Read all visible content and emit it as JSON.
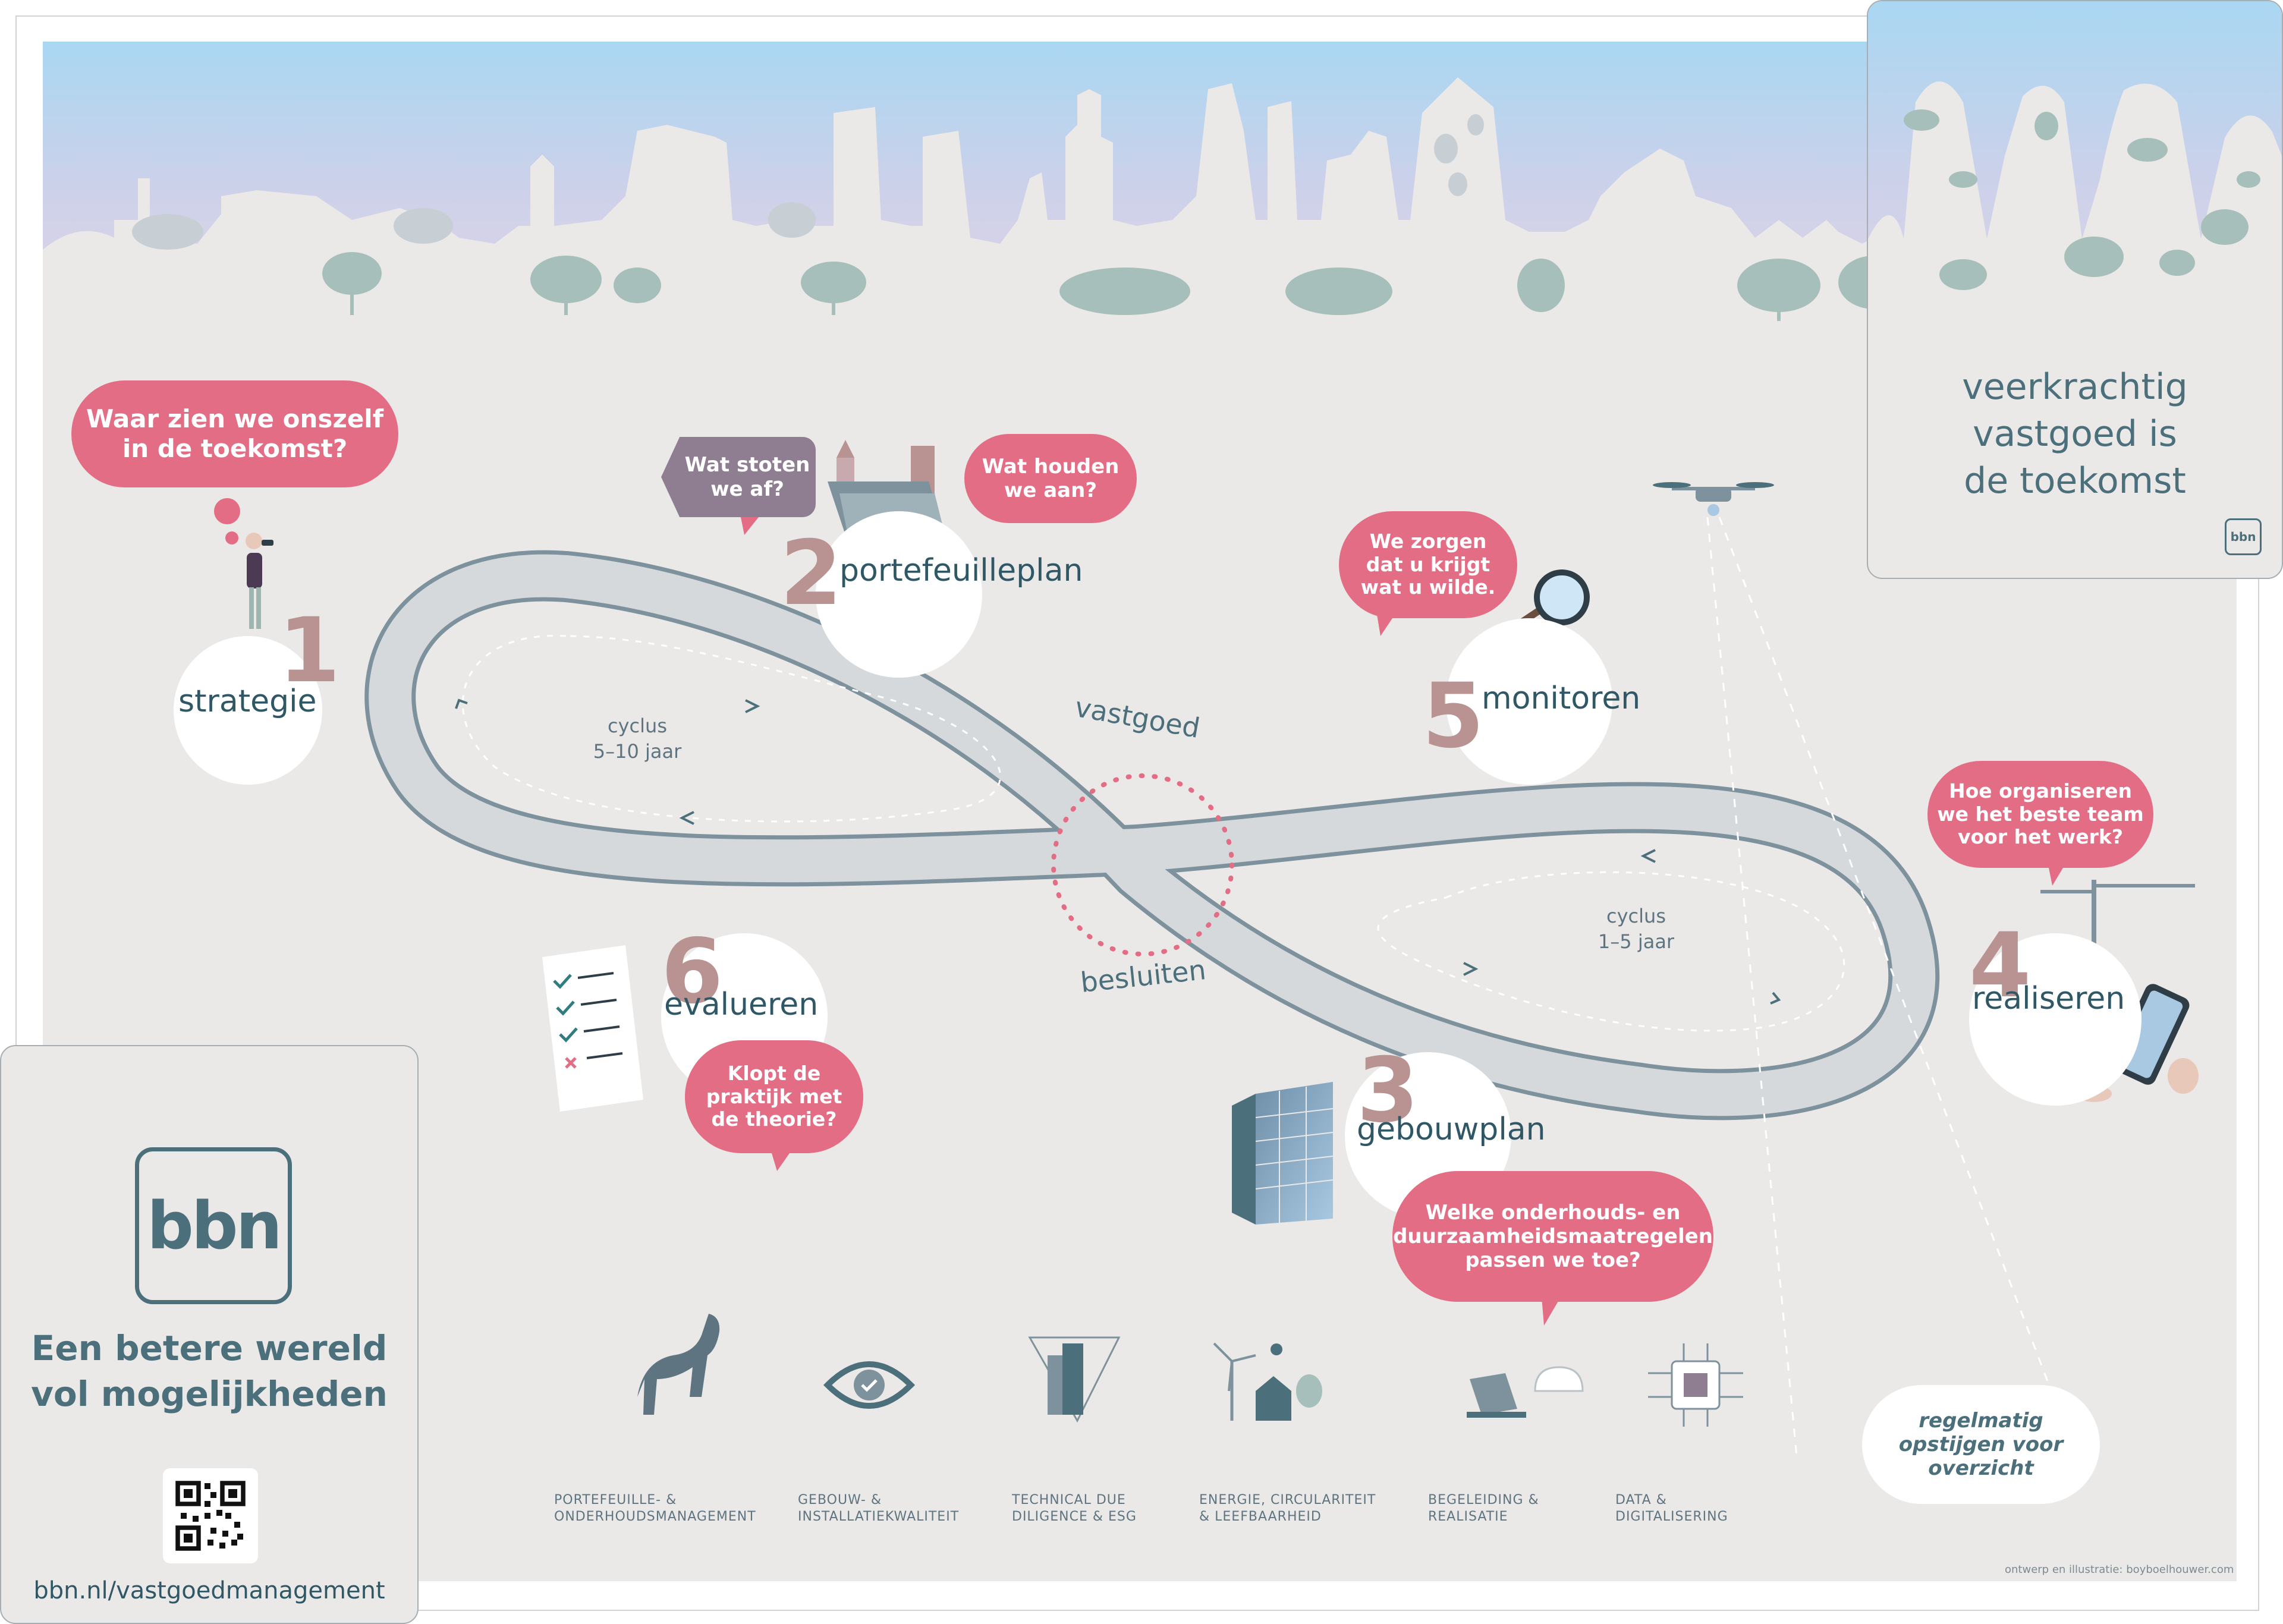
{
  "bubbles": {
    "strategy_question": "Waar zien we onszelf\nin de toekomst?",
    "divest_question": "Wat stoten\nwe af?",
    "keep_question": "Wat houden\nwe aan?",
    "monitor_statement": "We zorgen\ndat u krijgt\nwat u wilde.",
    "team_question": "Hoe organiseren\nwe het beste team\nvoor het werk?",
    "evaluate_question": "Klopt de\npraktijk met\nde theorie?",
    "measures_question": "Welke onderhouds- en\nduurzaamheidsmaatregelen\npassen we toe?",
    "drone_note": "regelmatig\nopstijgen voor\noverzicht"
  },
  "steps": [
    {
      "number": "1",
      "label": "strategie"
    },
    {
      "number": "2",
      "label": "portefeuilleplan"
    },
    {
      "number": "3",
      "label": "gebouwplan"
    },
    {
      "number": "4",
      "label": "realiseren"
    },
    {
      "number": "5",
      "label": "monitoren"
    },
    {
      "number": "6",
      "label": "evalueren"
    }
  ],
  "cycles": {
    "left": "cyclus\n5–10 jaar",
    "right": "cyclus\n1–5 jaar"
  },
  "center": {
    "top": "vastgoed",
    "bottom": "besluiten"
  },
  "resilience": {
    "text": "veerkrachtig\nvastgoed is\nde toekomst",
    "logo": "bbn"
  },
  "brand": {
    "logo": "bbn",
    "tagline": "Een betere wereld\nvol mogelijkheden",
    "url": "bbn.nl/vastgoedmanagement"
  },
  "services": [
    {
      "label": "PORTEFEUILLE- &\nONDERHOUDSMANAGEMENT",
      "icon": "horse-icon"
    },
    {
      "label": "GEBOUW- &\nINSTALLATIEKWALITEIT",
      "icon": "eye-check-icon"
    },
    {
      "label": "TECHNICAL DUE\nDILIGENCE & ESG",
      "icon": "building-triangle-icon"
    },
    {
      "label": "ENERGIE, CIRCULARITEIT\n& LEEFBAARHEID",
      "icon": "windmill-icon"
    },
    {
      "label": "BEGELEIDING &\nREALISATIE",
      "icon": "laptop-helmet-icon"
    },
    {
      "label": "DATA &\nDIGITALISERING",
      "icon": "chip-icon"
    }
  ],
  "credit": "ontwerp en illustratie: boyboelhouwer.com",
  "colors": {
    "accent_pink": "#e36d84",
    "slate": "#4c6f7c",
    "mauve": "#8f7e92",
    "track": "#d5d9dc",
    "track_edge": "#7d929c",
    "background": "#ebe9e7"
  }
}
